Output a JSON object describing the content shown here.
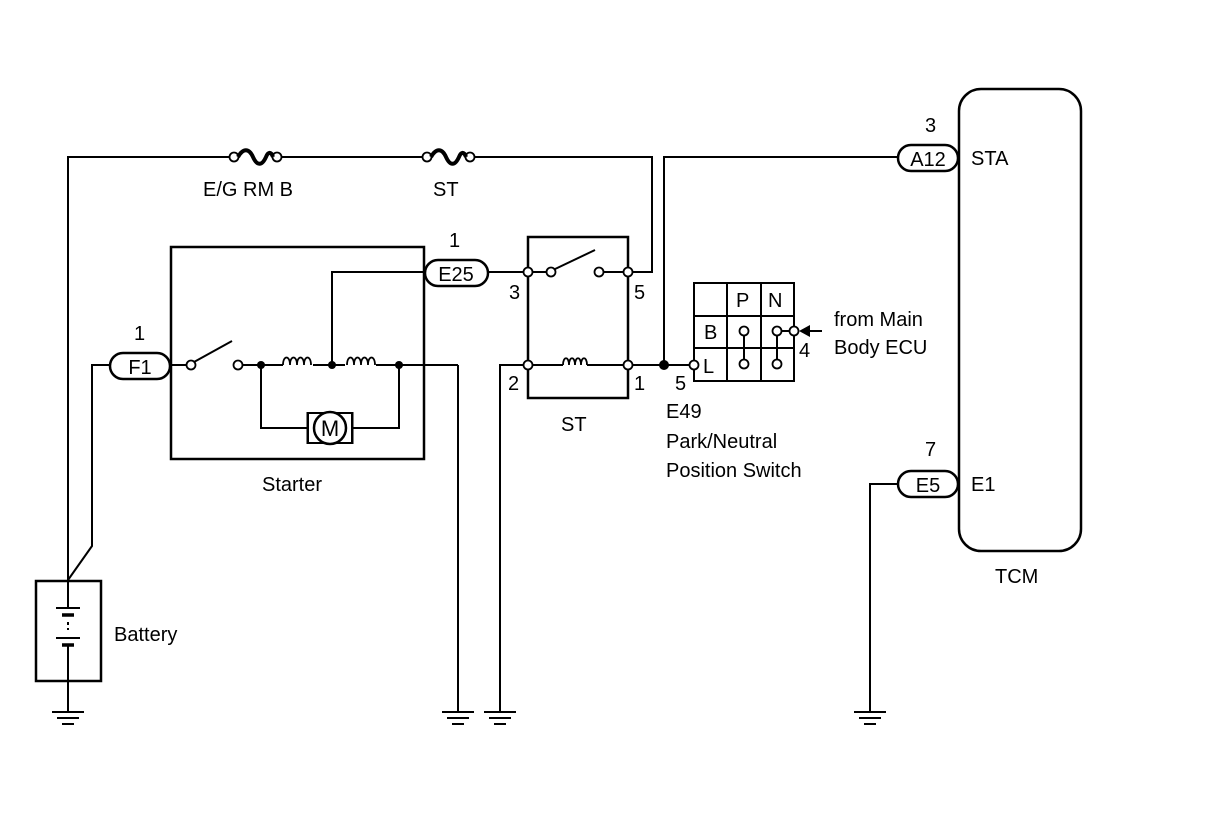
{
  "fuses": {
    "eg_rm_b": "E/G RM B",
    "st": "ST"
  },
  "connectors": {
    "f1": {
      "id": "F1",
      "pin": "1"
    },
    "e25": {
      "id": "E25",
      "pin": "1"
    },
    "a12": {
      "id": "A12",
      "pin": "3"
    },
    "e5": {
      "id": "E5",
      "pin": "7"
    }
  },
  "starter": {
    "label": "Starter",
    "motor_symbol": "M"
  },
  "battery": {
    "label": "Battery"
  },
  "st_relay": {
    "label": "ST",
    "pin_3": "3",
    "pin_5": "5",
    "pin_2": "2",
    "pin_1": "1"
  },
  "pnp_switch": {
    "connector": "E49",
    "name_line1": "Park/Neutral",
    "name_line2": "Position Switch",
    "col_p": "P",
    "col_n": "N",
    "row_b": "B",
    "row_l": "L",
    "pin_5": "5",
    "pin_4": "4",
    "source_line1": "from Main",
    "source_line2": "Body ECU"
  },
  "tcm": {
    "label": "TCM",
    "terminal_sta": "STA",
    "terminal_e1": "E1"
  }
}
